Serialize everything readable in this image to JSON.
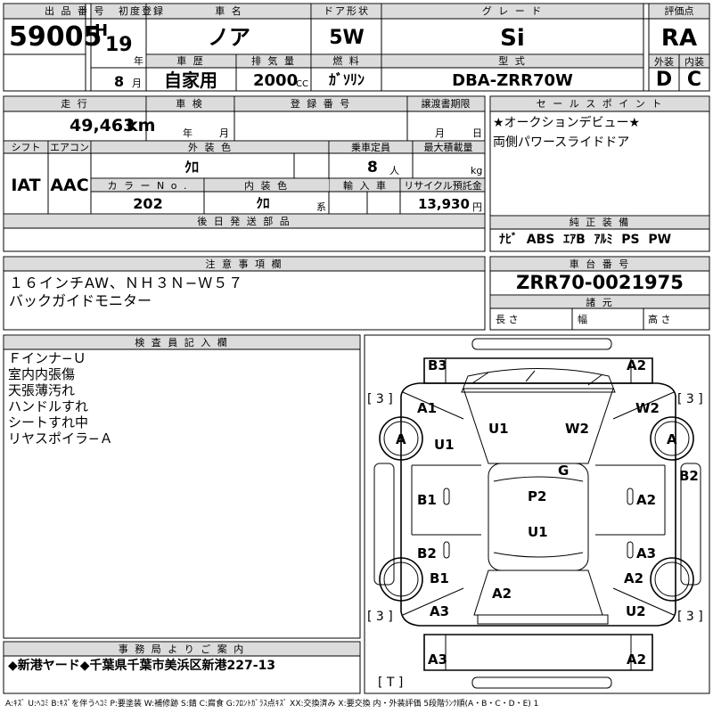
{
  "header": {
    "lot_no_label": "出 品 番 号",
    "lot_no": "59005",
    "first_reg_label": "初度登録",
    "era": "H",
    "year": "19",
    "year_unit": "年",
    "month": "8",
    "month_unit": "月",
    "car_name_label": "車 名",
    "car_name": "ノア",
    "door_label": "ドア形状",
    "door": "5W",
    "grade_label": "グ レ ー ド",
    "grade": "Si",
    "score_label": "評価点",
    "score": "RA",
    "history_label": "車 歴",
    "history": "自家用",
    "displacement_label": "排 気 量",
    "displacement": "2000",
    "displacement_unit": "CC",
    "fuel_label": "燃 料",
    "fuel": "ｶﾞｿﾘﾝ",
    "model_label": "型 式",
    "model": "DBA-ZRR70W",
    "exterior_label": "外装",
    "exterior": "D",
    "interior_label": "内装",
    "interior": "C"
  },
  "row2": {
    "mileage_label": "走 行",
    "mileage": "49,463",
    "mileage_unit": "km",
    "inspection_label": "車 検",
    "inspection_year_unit": "年",
    "inspection_month_unit": "月",
    "registration_label": "登 録 番 号",
    "transfer_label": "譲渡書期限",
    "transfer_month_unit": "月",
    "transfer_day_unit": "日",
    "sales_point_label": "セ ー ル ス ポ イ ン ト",
    "sales_points": [
      "★オークションデビュー★",
      "両側パワースライドドア"
    ],
    "shift_label": "シフト",
    "shift": "IAT",
    "ac_label": "エアコン",
    "ac": "AAC",
    "ext_color_label": "外 装 色",
    "ext_color": "ｸﾛ",
    "capacity_label": "乗車定員",
    "capacity": "8",
    "capacity_unit": "人",
    "max_load_label": "最大積載量",
    "max_load_unit": "kg",
    "color_no_label": "カ ラ ー N o .",
    "color_no": "202",
    "int_color_label": "内 装 色",
    "int_color": "ｸﾛ",
    "int_color_unit": "系",
    "import_label": "輸 入 車",
    "recycle_label": "リサイクル預託金",
    "recycle": "13,930",
    "recycle_unit": "円",
    "later_parts_label": "後 日 発 送 部 品",
    "equipment_label": "純 正 装 備",
    "equipment": "ﾅﾋﾞ  ABS  ｴｱB  ｱﾙﾐ  PS  PW"
  },
  "notes": {
    "label": "注 意 事 項 欄",
    "lines": [
      "１６インチAW、ＮＨ３Ｎ−Ｗ５７",
      "バックガイドモニター"
    ],
    "chassis_label": "車 台 番 号",
    "chassis": "ZRR70-0021975",
    "dims_label": "諸 元",
    "length_label": "長 さ",
    "width_label": "幅",
    "height_label": "高 さ"
  },
  "inspector": {
    "label": "検 査 員 記 入 欄",
    "lines": [
      "Ｆインナ−Ｕ",
      "室内内張傷",
      "天張薄汚れ",
      "ハンドルすれ",
      "シートすれ中",
      "リヤスポイラ−Ａ"
    ]
  },
  "office": {
    "label": "事 務 局 よ り ご 案 内",
    "text": "◆新港ヤード◆千葉県千葉市美浜区新港227-13"
  },
  "diagram": {
    "tire_tl": "[ 3 ]",
    "tire_tr": "[ 3 ]",
    "tire_bl": "[ 3 ]",
    "tire_br": "[ 3 ]",
    "spare": "[ T ]",
    "marks": [
      "B3",
      "A2",
      "A1",
      "W2",
      "A",
      "U1",
      "U1",
      "W2",
      "A",
      "G",
      "B2",
      "B1",
      "P2",
      "A2",
      "U1",
      "B2",
      "A3",
      "B1",
      "A2",
      "A2",
      "A3",
      "U2",
      "A3",
      "A2"
    ]
  },
  "legend": "A:ｷｽﾞ  U:ﾍｺﾐ  B:ｷｽﾞを伴うﾍｺﾐ  P:要塗装  W:補修跡  S:錆  C:腐食  G:ﾌﾛﾝﾄｶﾞﾗｽ点ｷｽﾞ  XX:交換済み  X:要交換   内・外装評価  5段階ﾗﾝｸ順(A・B・C・D・E)  1"
}
